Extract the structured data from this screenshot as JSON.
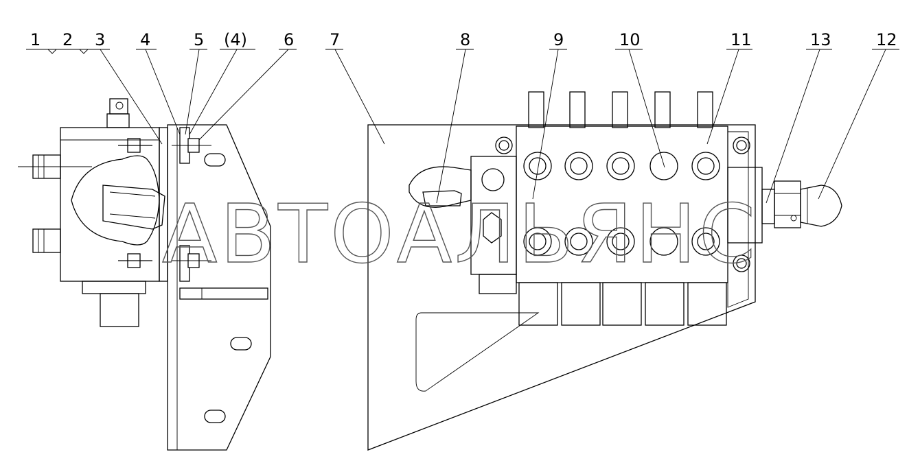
{
  "callouts": [
    {
      "id": "c1",
      "text": "1"
    },
    {
      "id": "c2",
      "text": "2"
    },
    {
      "id": "c3",
      "text": "3"
    },
    {
      "id": "c4",
      "text": "4"
    },
    {
      "id": "c5",
      "text": "5"
    },
    {
      "id": "c4b",
      "text": "(4)"
    },
    {
      "id": "c6",
      "text": "6"
    },
    {
      "id": "c7",
      "text": "7"
    },
    {
      "id": "c8",
      "text": "8"
    },
    {
      "id": "c9",
      "text": "9"
    },
    {
      "id": "c10",
      "text": "10"
    },
    {
      "id": "c11",
      "text": "11"
    },
    {
      "id": "c13",
      "text": "13"
    },
    {
      "id": "c12",
      "text": "12"
    }
  ],
  "watermark": "АВТОАЛЬЯНС"
}
